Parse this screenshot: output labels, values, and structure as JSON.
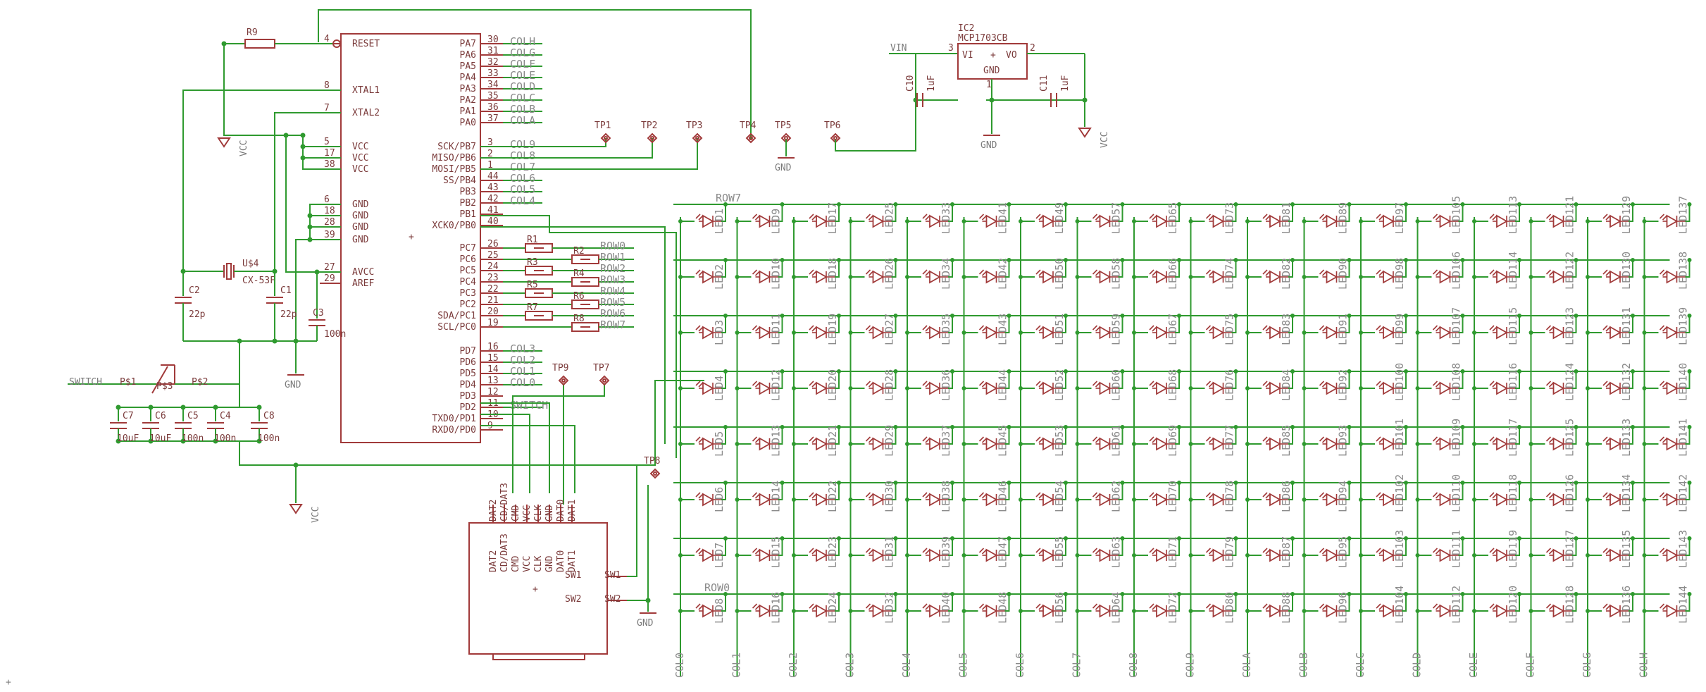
{
  "schematic": {
    "mcu": {
      "left_pins": [
        {
          "num": "4",
          "name": "RESET"
        },
        {
          "num": "8",
          "name": "XTAL1"
        },
        {
          "num": "7",
          "name": "XTAL2"
        },
        {
          "num": "5",
          "name": "VCC"
        },
        {
          "num": "17",
          "name": "VCC"
        },
        {
          "num": "38",
          "name": "VCC"
        },
        {
          "num": "6",
          "name": "GND"
        },
        {
          "num": "18",
          "name": "GND"
        },
        {
          "num": "28",
          "name": "GND"
        },
        {
          "num": "39",
          "name": "GND"
        },
        {
          "num": "27",
          "name": "AVCC"
        },
        {
          "num": "29",
          "name": "AREF"
        }
      ],
      "right_pins": [
        {
          "num": "30",
          "name": "PA7",
          "net": "COLH"
        },
        {
          "num": "31",
          "name": "PA6",
          "net": "COLG"
        },
        {
          "num": "32",
          "name": "PA5",
          "net": "COLF"
        },
        {
          "num": "33",
          "name": "PA4",
          "net": "COLE"
        },
        {
          "num": "34",
          "name": "PA3",
          "net": "COLD"
        },
        {
          "num": "35",
          "name": "PA2",
          "net": "COLC"
        },
        {
          "num": "36",
          "name": "PA1",
          "net": "COLB"
        },
        {
          "num": "37",
          "name": "PA0",
          "net": "COLA"
        },
        {
          "num": "3",
          "name": "SCK/PB7",
          "net": "COL9"
        },
        {
          "num": "2",
          "name": "MISO/PB6",
          "net": "COL8"
        },
        {
          "num": "1",
          "name": "MOSI/PB5",
          "net": "COL7"
        },
        {
          "num": "44",
          "name": "SS/PB4",
          "net": "COL6"
        },
        {
          "num": "43",
          "name": "PB3",
          "net": "COL5"
        },
        {
          "num": "42",
          "name": "PB2",
          "net": "COL4"
        },
        {
          "num": "41",
          "name": "PB1",
          "net": ""
        },
        {
          "num": "40",
          "name": "XCK0/PB0",
          "net": ""
        },
        {
          "num": "26",
          "name": "PC7",
          "net": "ROW0"
        },
        {
          "num": "25",
          "name": "PC6",
          "net": "ROW1"
        },
        {
          "num": "24",
          "name": "PC5",
          "net": "ROW2"
        },
        {
          "num": "23",
          "name": "PC4",
          "net": "ROW3"
        },
        {
          "num": "22",
          "name": "PC3",
          "net": "ROW4"
        },
        {
          "num": "21",
          "name": "PC2",
          "net": "ROW5"
        },
        {
          "num": "20",
          "name": "SDA/PC1",
          "net": "ROW6"
        },
        {
          "num": "19",
          "name": "SCL/PC0",
          "net": "ROW7"
        },
        {
          "num": "16",
          "name": "PD7",
          "net": "COL3"
        },
        {
          "num": "15",
          "name": "PD6",
          "net": "COL2"
        },
        {
          "num": "14",
          "name": "PD5",
          "net": "COL1"
        },
        {
          "num": "13",
          "name": "PD4",
          "net": "COL0"
        },
        {
          "num": "12",
          "name": "PD3",
          "net": ""
        },
        {
          "num": "11",
          "name": "PD2",
          "net": "SWITCH"
        },
        {
          "num": "10",
          "name": "TXD0/PD1",
          "net": ""
        },
        {
          "num": "9",
          "name": "RXD0/PD0",
          "net": ""
        }
      ]
    },
    "resistors": [
      "R1",
      "R2",
      "R3",
      "R4",
      "R5",
      "R6",
      "R7",
      "R8",
      "R9"
    ],
    "crystal": {
      "ref": "U$4",
      "value": "CX-53F"
    },
    "caps_left": [
      {
        "ref": "C2",
        "value": "22p"
      },
      {
        "ref": "C1",
        "value": "22p"
      },
      {
        "ref": "C3",
        "value": "100n"
      }
    ],
    "caps_bottom": [
      {
        "ref": "C7",
        "value": "10uF"
      },
      {
        "ref": "C6",
        "value": "10uF"
      },
      {
        "ref": "C5",
        "value": "100n"
      },
      {
        "ref": "C4",
        "value": "100n"
      },
      {
        "ref": "C8",
        "value": "100n"
      }
    ],
    "switch": {
      "label": "SWITCH",
      "p1": "P$1",
      "p2": "P$2",
      "val": "P$3"
    },
    "regulator": {
      "ref": "IC2",
      "part": "MCP1703CB",
      "vi": "VI",
      "vo": "VO",
      "plus": "+",
      "gnd": "GND",
      "n1": "1",
      "n2": "2",
      "n3": "3",
      "vin": "VIN"
    },
    "caps_reg": [
      {
        "ref": "C10",
        "value": "1uF"
      },
      {
        "ref": "C11",
        "value": "1uF"
      }
    ],
    "testpoints": [
      "TP1",
      "TP2",
      "TP3",
      "TP4",
      "TP5",
      "TP6",
      "TP7",
      "TP8",
      "TP9"
    ],
    "power": {
      "vcc": "VCC",
      "gnd": "GND"
    },
    "sd": {
      "pins_top": [
        "DAT2",
        "CD/DAT3",
        "CMD",
        "VCC",
        "CLK",
        "GND",
        "DAT0",
        "DAT1"
      ],
      "pins_inside": [
        "DAT2",
        "CD/DAT3",
        "CMD",
        "VCC",
        "CLK",
        "GND",
        "DAT0",
        "DAT1"
      ],
      "sw1": "SW1",
      "sw2": "SW2"
    },
    "matrix": {
      "col_labels": [
        "COL0",
        "COL1",
        "COL2",
        "COL3",
        "COL4",
        "COL5",
        "COL6",
        "COL7",
        "COL8",
        "COL9",
        "COLA",
        "COLB",
        "COLC",
        "COLD",
        "COLE",
        "COLF",
        "COLG",
        "COLH"
      ],
      "row_labels": {
        "top": "ROW7",
        "bottom": "ROW0"
      },
      "led_prefix": "LED",
      "rows": 8,
      "cols": 18
    },
    "cursor": "+"
  }
}
